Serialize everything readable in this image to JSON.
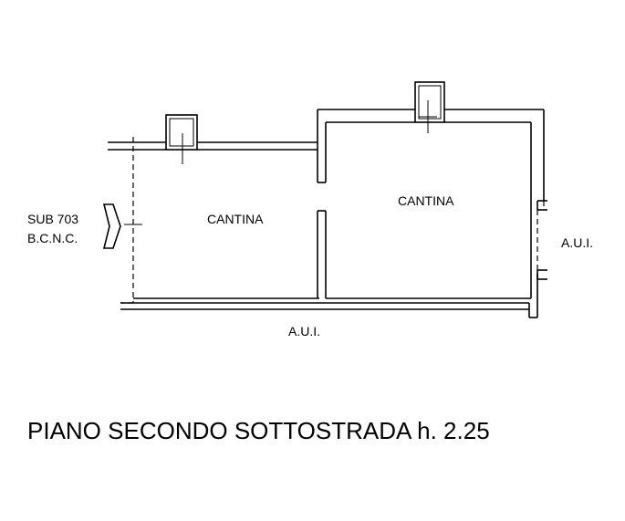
{
  "rooms": [
    {
      "label": "CANTINA"
    },
    {
      "label": "CANTINA"
    }
  ],
  "entrance": {
    "line1": "SUB 703",
    "line2": "B.C.N.C."
  },
  "neighbors": {
    "right": "A.U.I.",
    "bottom": "A.U.I."
  },
  "floor_title": "PIANO SECONDO SOTTOSTRADA h. 2.25"
}
